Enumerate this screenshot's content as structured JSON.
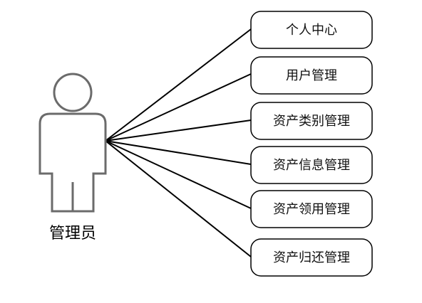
{
  "actor": {
    "label": "管理员",
    "icon": "person-icon"
  },
  "use_cases": [
    {
      "label": "个人中心"
    },
    {
      "label": "用户管理"
    },
    {
      "label": "资产类别管理"
    },
    {
      "label": "资产信息管理"
    },
    {
      "label": "资产领用管理"
    },
    {
      "label": "资产归还管理"
    }
  ]
}
